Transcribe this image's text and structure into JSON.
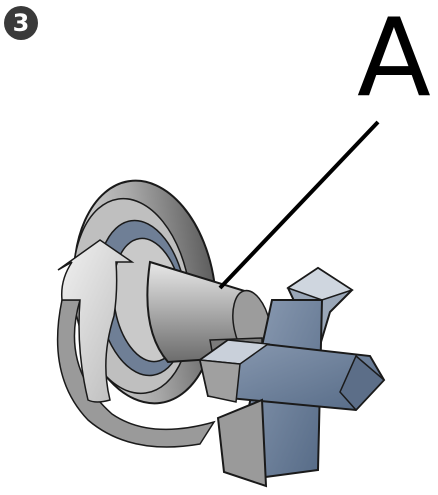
{
  "step": {
    "number": "3"
  },
  "callout": {
    "letter": "A"
  },
  "icons": {
    "rotation": "curved-arrow-icon",
    "part": "knob-with-cross-handle"
  },
  "colors": {
    "background": "#ffffff",
    "badge": "#3a3a3a",
    "metal_light": "#d6d6d6",
    "metal_mid": "#9a9a9a",
    "metal_dark": "#4f4f4f",
    "handle_blue": "#6b7f99",
    "outline": "#1a1a1a"
  }
}
